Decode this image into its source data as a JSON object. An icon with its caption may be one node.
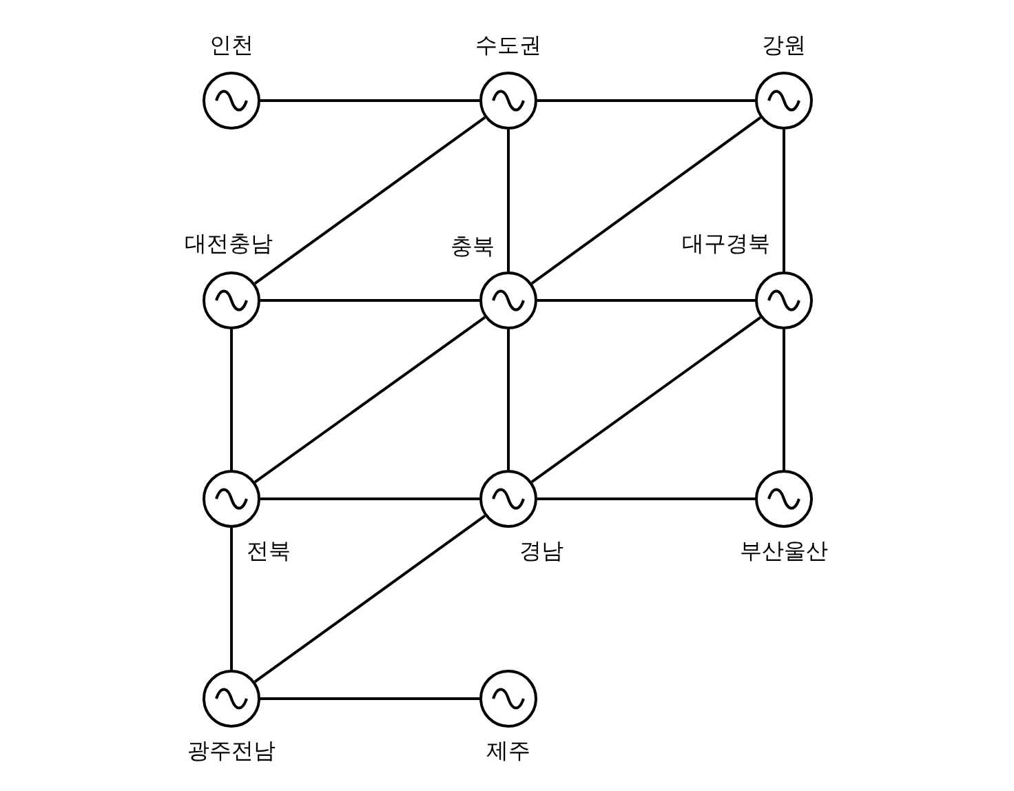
{
  "diagram": {
    "nodes": [
      {
        "text": [
          "인천"
        ]
      },
      {
        "text": [
          "수도권"
        ]
      },
      {
        "text": [
          "강원"
        ]
      },
      {
        "text": [
          "대전충남"
        ]
      },
      {
        "text": [
          "충북"
        ]
      },
      {
        "text": [
          "대구경북"
        ]
      },
      {
        "text": [
          "전북"
        ]
      },
      {
        "text": [
          "경남"
        ]
      },
      {
        "text": [
          "부산울산"
        ]
      },
      {
        "text": [
          "광주전남"
        ]
      },
      {
        "text": [
          "제주"
        ]
      }
    ],
    "edges": [
      {
        "from": 0,
        "to": 1,
        "arrow": "none"
      },
      {
        "from": 1,
        "to": 2,
        "arrow": "none"
      },
      {
        "from": 1,
        "to": 3,
        "arrow": "none"
      },
      {
        "from": 1,
        "to": 4,
        "arrow": "none"
      },
      {
        "from": 2,
        "to": 4,
        "arrow": "none"
      },
      {
        "from": 2,
        "to": 5,
        "arrow": "none"
      },
      {
        "from": 3,
        "to": 4,
        "arrow": "none"
      },
      {
        "from": 4,
        "to": 5,
        "arrow": "none"
      },
      {
        "from": 3,
        "to": 6,
        "arrow": "none"
      },
      {
        "from": 4,
        "to": 6,
        "arrow": "none"
      },
      {
        "from": 4,
        "to": 7,
        "arrow": "none"
      },
      {
        "from": 5,
        "to": 7,
        "arrow": "none"
      },
      {
        "from": 5,
        "to": 8,
        "arrow": "none"
      },
      {
        "from": 6,
        "to": 7,
        "arrow": "none"
      },
      {
        "from": 7,
        "to": 8,
        "arrow": "none"
      },
      {
        "from": 6,
        "to": 9,
        "arrow": "none"
      },
      {
        "from": 7,
        "to": 9,
        "arrow": "none"
      },
      {
        "from": 9,
        "to": 10,
        "arrow": "none"
      }
    ]
  }
}
